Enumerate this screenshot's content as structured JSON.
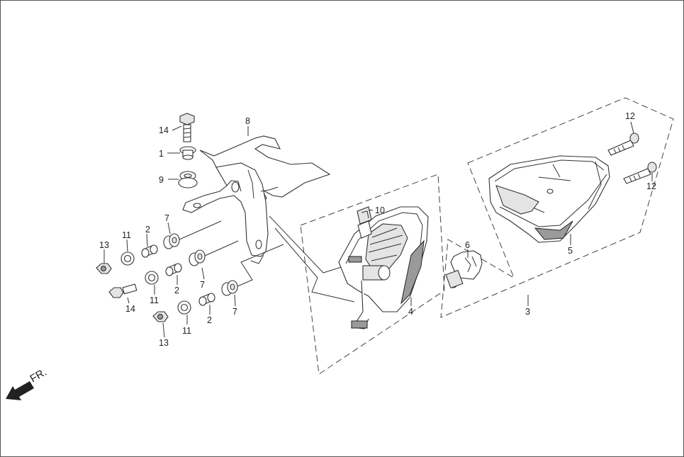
{
  "diagram": {
    "direction_label": "FR.",
    "callouts": {
      "c1": "1",
      "c2a": "2",
      "c2b": "2",
      "c2c": "2",
      "c3": "3",
      "c4": "4",
      "c5": "5",
      "c6": "6",
      "c7a": "7",
      "c7b": "7",
      "c7c": "7",
      "c8": "8",
      "c9": "9",
      "c10": "10",
      "c11a": "11",
      "c11b": "11",
      "c11c": "11",
      "c12a": "12",
      "c12b": "12",
      "c13a": "13",
      "c13b": "13",
      "c14a": "14",
      "c14b": "14"
    }
  }
}
